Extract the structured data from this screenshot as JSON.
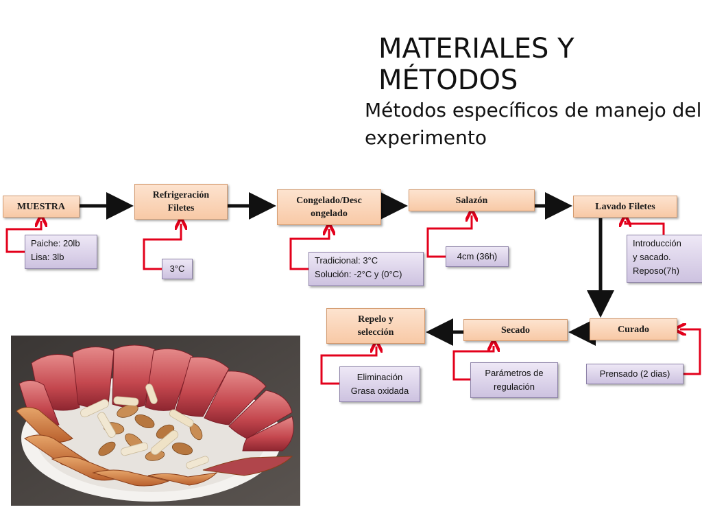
{
  "slide": {
    "title": "MATERIALES Y MÉTODOS",
    "subtitle_line1": "Métodos específicos de manejo del",
    "subtitle_line2": "experimento"
  },
  "steps": {
    "muestra": "MUESTRA",
    "refrigeracion_l1": "Refrigeración",
    "refrigeracion_l2": "Filetes",
    "congelado_l1": "Congelado/Desc",
    "congelado_l2": "ongelado",
    "salazon": "Salazón",
    "lavado": "Lavado Filetes",
    "curado": "Curado",
    "secado": "Secado",
    "repelo_l1": "Repelo y",
    "repelo_l2": "selección"
  },
  "notes": {
    "muestra_l1": "Paiche: 20lb",
    "muestra_l2": "Lisa: 3lb",
    "refrigeracion": "3°C",
    "congelado_l1": "Tradicional: 3°C",
    "congelado_l2": "Solución: -2°C y (0°C)",
    "salazon": "4cm (36h)",
    "lavado_l1": "Introducción",
    "lavado_l2": "y sacado.",
    "lavado_l3": "Reposo(7h)",
    "curado": "Prensado (2 dias)",
    "secado_l1": "Parámetros de",
    "secado_l2": "regulación",
    "repelo_l1": "Eliminación",
    "repelo_l2": "Grasa oxidada"
  },
  "colors": {
    "step_fill": "#f8c9a6",
    "note_fill": "#cdc2e0",
    "flow_arrow": "#111111",
    "link_arrow": "#e3001b"
  }
}
